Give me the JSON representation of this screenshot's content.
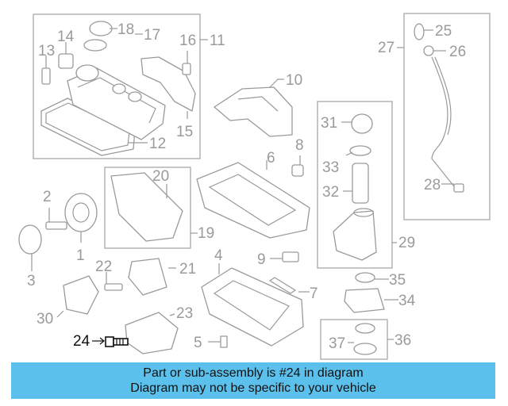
{
  "colors": {
    "banner": "#5bc0ec",
    "highlight": "#111111",
    "part_gray": "#9a9a9a"
  },
  "highlighted_part": "24",
  "callouts": {
    "c1": "1",
    "c2": "2",
    "c3": "3",
    "c4": "4",
    "c5": "5",
    "c6": "6",
    "c7": "7",
    "c8": "8",
    "c9": "9",
    "c10": "10",
    "c11": "11",
    "c12": "12",
    "c13": "13",
    "c14": "14",
    "c15": "15",
    "c16": "16",
    "c17": "17",
    "c18": "18",
    "c19": "19",
    "c20": "20",
    "c21": "21",
    "c22": "22",
    "c23": "23",
    "c24": "24",
    "c25": "25",
    "c26": "26",
    "c27": "27",
    "c28": "28",
    "c29": "29",
    "c30": "30",
    "c31": "31",
    "c32": "32",
    "c33": "33",
    "c34": "34",
    "c35": "35",
    "c36": "36",
    "c37": "37"
  },
  "banner": {
    "line1": "Part or sub-assembly is #24 in diagram",
    "line2": "Diagram may not be specific to your vehicle"
  }
}
